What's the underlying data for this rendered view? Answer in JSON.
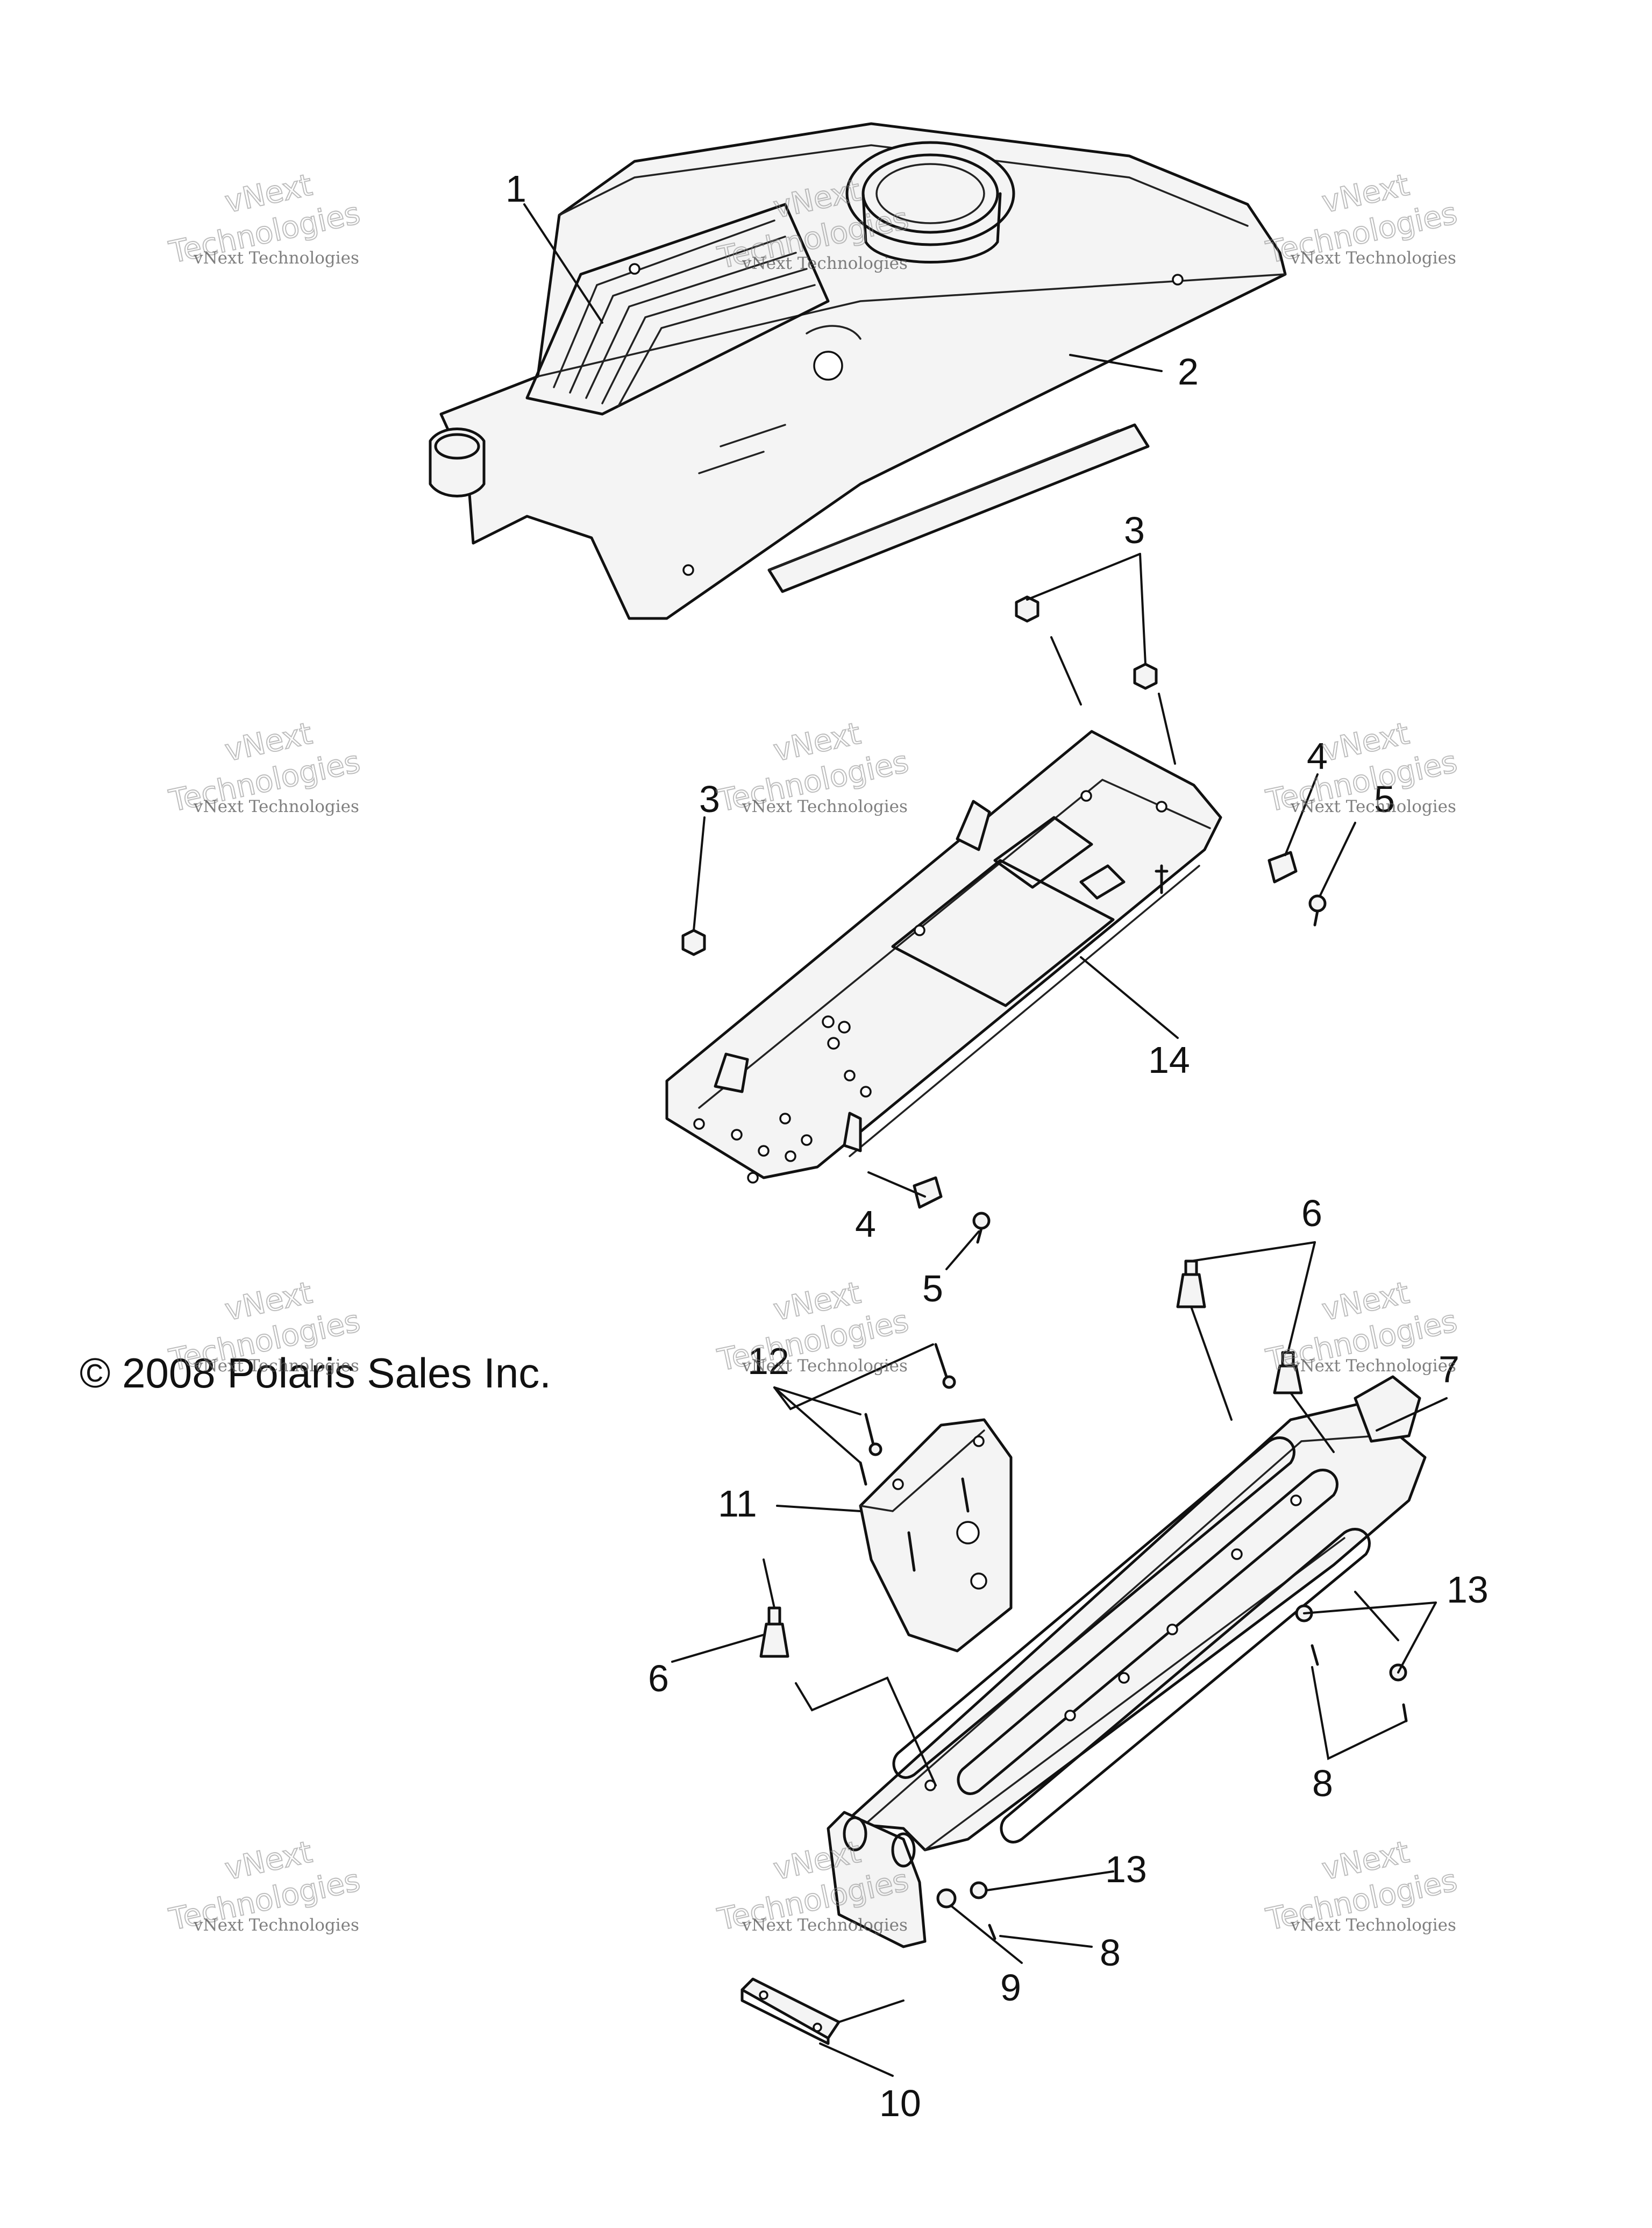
{
  "copyright": "© 2008 Polaris Sales Inc.",
  "watermark": {
    "line_small": "vNext Technologies",
    "line_big_1": "vNext",
    "line_big_2": "Technologies"
  },
  "callouts": {
    "c1": "1",
    "c2": "2",
    "c3a": "3",
    "c3b": "3",
    "c4a": "4",
    "c4b": "4",
    "c5a": "5",
    "c5b": "5",
    "c6a": "6",
    "c6b": "6",
    "c7": "7",
    "c8a": "8",
    "c8b": "8",
    "c9": "9",
    "c10": "10",
    "c11": "11",
    "c12": "12",
    "c13a": "13",
    "c13b": "13",
    "c14": "14"
  }
}
